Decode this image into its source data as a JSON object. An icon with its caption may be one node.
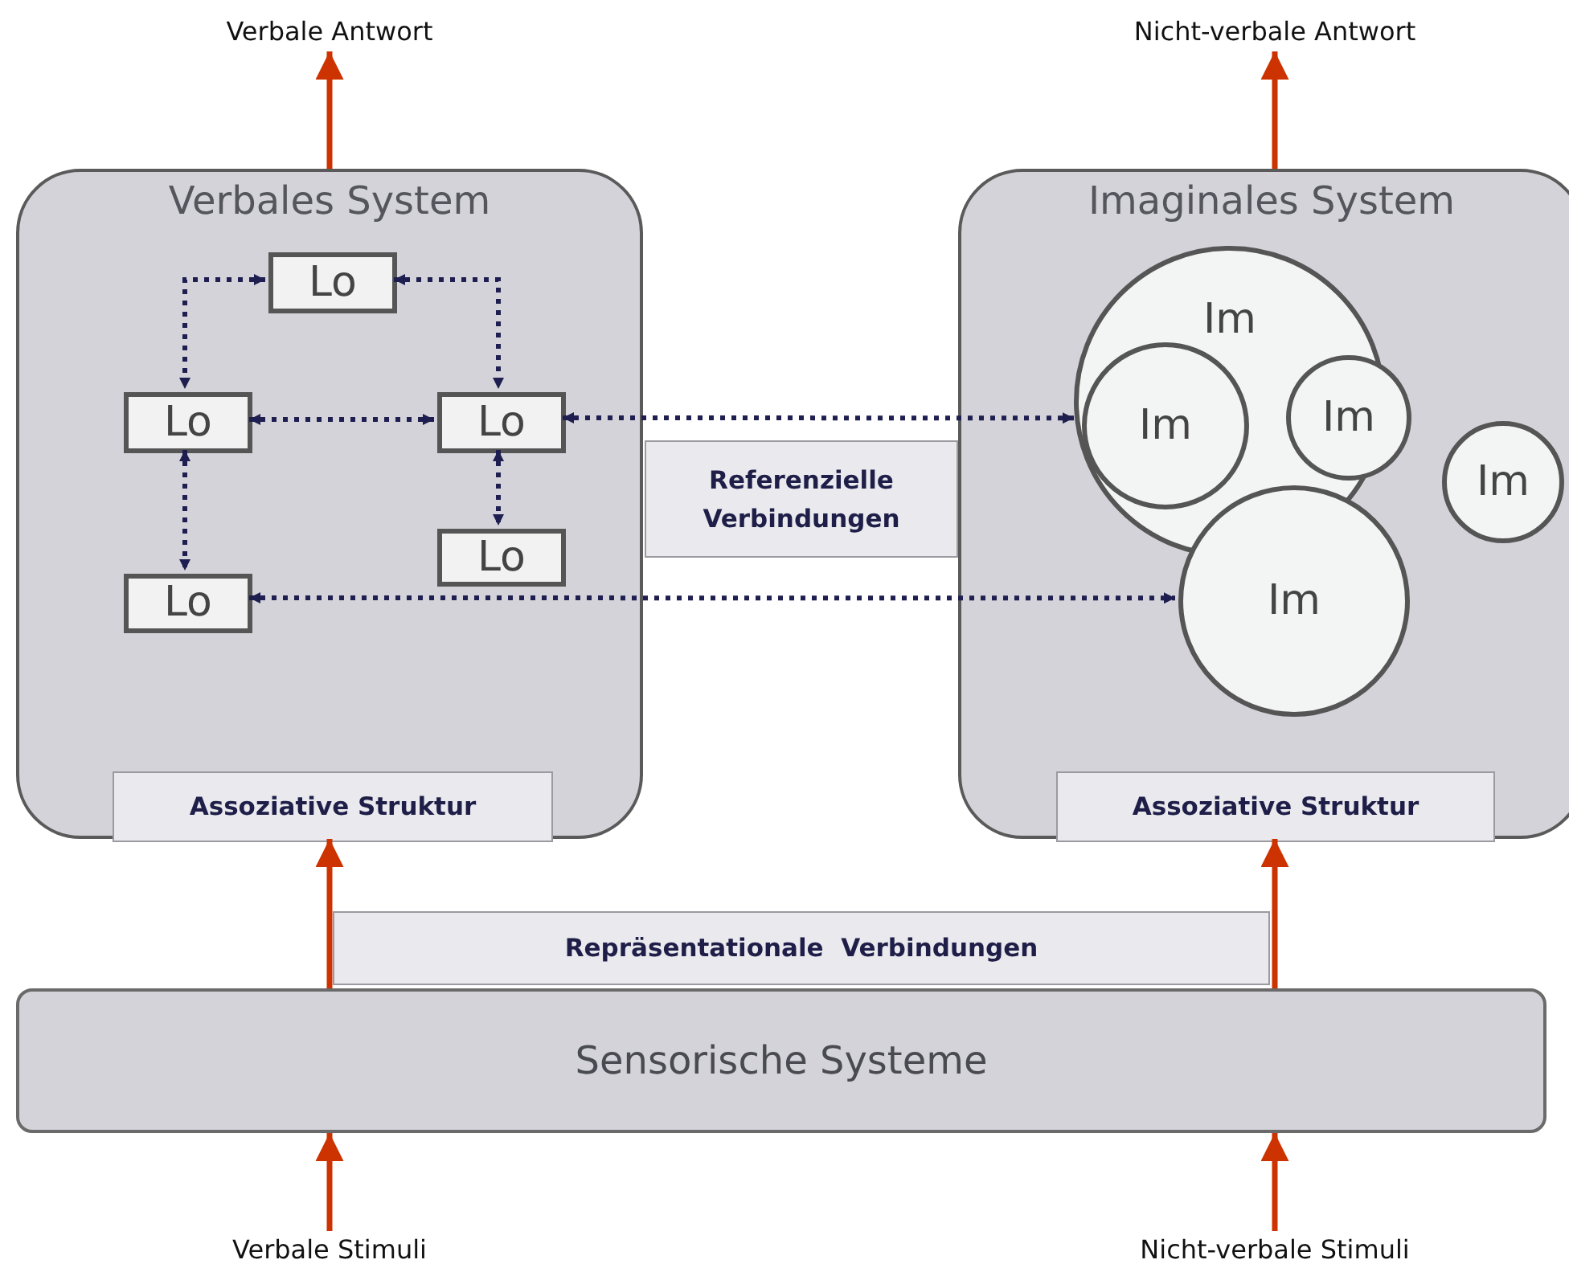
{
  "diagram": {
    "nodes": [
      {
        "text": [
          "Verbale Antwort"
        ]
      },
      {
        "text": [
          "Nicht-verbale Antwort"
        ]
      },
      {
        "text": [
          "Verbales System"
        ]
      },
      {
        "text": [
          "Lo"
        ],
        "in": 2
      },
      {
        "text": [
          "Lo"
        ],
        "in": 2
      },
      {
        "text": [
          "Lo"
        ],
        "in": 2
      },
      {
        "text": [
          "Lo"
        ],
        "in": 2
      },
      {
        "text": [
          "Lo"
        ],
        "in": 2
      },
      {
        "text": [
          "Assoziative Struktur"
        ],
        "in": 2
      },
      {
        "text": [
          "Referenzielle Verbindungen"
        ]
      },
      {
        "text": [
          "Imaginales System"
        ]
      },
      {
        "text": [
          "Im"
        ],
        "in": 10
      },
      {
        "text": [
          "Im"
        ],
        "in": 11
      },
      {
        "text": [
          "Im"
        ],
        "in": 10
      },
      {
        "text": [
          "Im"
        ],
        "in": 10
      },
      {
        "text": [
          "Im"
        ],
        "in": 10
      },
      {
        "text": [
          "Assoziative Struktur"
        ],
        "in": 10
      },
      {
        "text": [
          "Repräsentationale  Verbindungen"
        ]
      },
      {
        "text": [
          "Sensorische Systeme"
        ]
      },
      {
        "text": [
          "Verbale Stimuli"
        ]
      },
      {
        "text": [
          "Nicht-verbale Stimuli"
        ]
      }
    ],
    "edges": [
      {
        "from": 2,
        "to": 0,
        "arrow": "to",
        "color": "#cc3300"
      },
      {
        "from": 10,
        "to": 1,
        "arrow": "to",
        "color": "#cc3300"
      },
      {
        "from": 3,
        "to": 4,
        "arrow": "both",
        "color": "#1e1e50",
        "style": "dashed"
      },
      {
        "from": 3,
        "to": 5,
        "arrow": "both",
        "color": "#1e1e50",
        "style": "dashed"
      },
      {
        "from": 4,
        "to": 5,
        "arrow": "both",
        "color": "#1e1e50",
        "style": "dashed"
      },
      {
        "from": 5,
        "to": 12,
        "arrow": "both",
        "color": "#1e1e50",
        "style": "dashed"
      },
      {
        "from": 4,
        "to": 7,
        "arrow": "both",
        "color": "#1e1e50",
        "style": "dashed"
      },
      {
        "from": 5,
        "to": 6,
        "arrow": "both",
        "color": "#1e1e50",
        "style": "dashed"
      },
      {
        "from": 7,
        "to": 15,
        "arrow": "both",
        "color": "#1e1e50",
        "style": "dashed"
      },
      {
        "from": 18,
        "to": 8,
        "arrow": "to",
        "color": "#cc3300"
      },
      {
        "from": 18,
        "to": 16,
        "arrow": "to",
        "color": "#cc3300"
      },
      {
        "from": 19,
        "to": 18,
        "arrow": "to",
        "color": "#cc3300"
      },
      {
        "from": 20,
        "to": 18,
        "arrow": "to",
        "color": "#cc3300"
      }
    ]
  }
}
